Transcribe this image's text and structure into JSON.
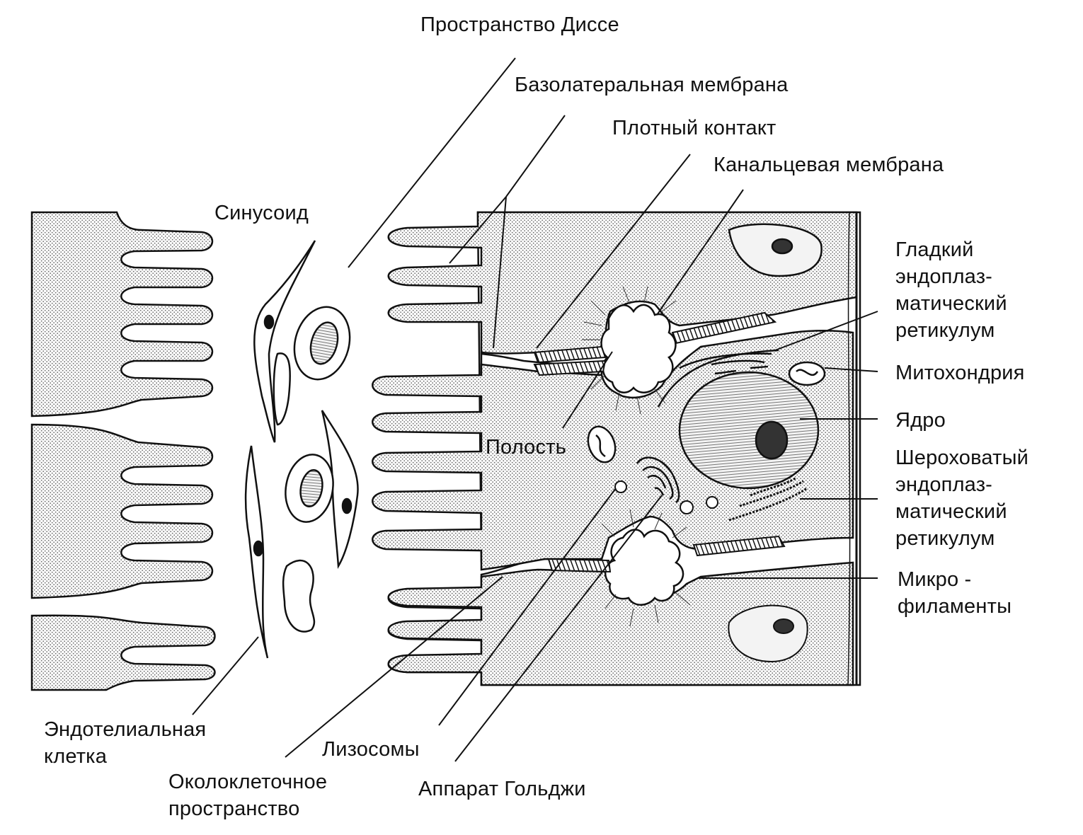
{
  "labels": {
    "disse_space": "Пространство Диссе",
    "basolateral_membrane": "Базолатеральная мембрана",
    "tight_junction": "Плотный контакт",
    "canalicular_membrane": "Канальцевая мембрана",
    "sinusoid": "Синусоид",
    "smooth_er": [
      "Гладкий",
      "эндоплаз-",
      "матический",
      "ретикулум"
    ],
    "mitochondrion": "Митохондрия",
    "nucleus": "Ядро",
    "lumen": "Полость",
    "rough_er": [
      "Шероховатый",
      "эндоплаз-",
      "матический",
      "ретикулум"
    ],
    "microfilaments": [
      "Микро -",
      "филаменты"
    ],
    "endothelial_cell": [
      "Эндотелиальная",
      "клетка"
    ],
    "lysosomes": "Лизосомы",
    "pericellular_space": [
      "Околоклеточное",
      "пространство"
    ],
    "golgi": "Аппарат Гольджи"
  },
  "colors": {
    "ink": "#111111",
    "background": "#ffffff",
    "stipple": "#7a7a7a"
  }
}
